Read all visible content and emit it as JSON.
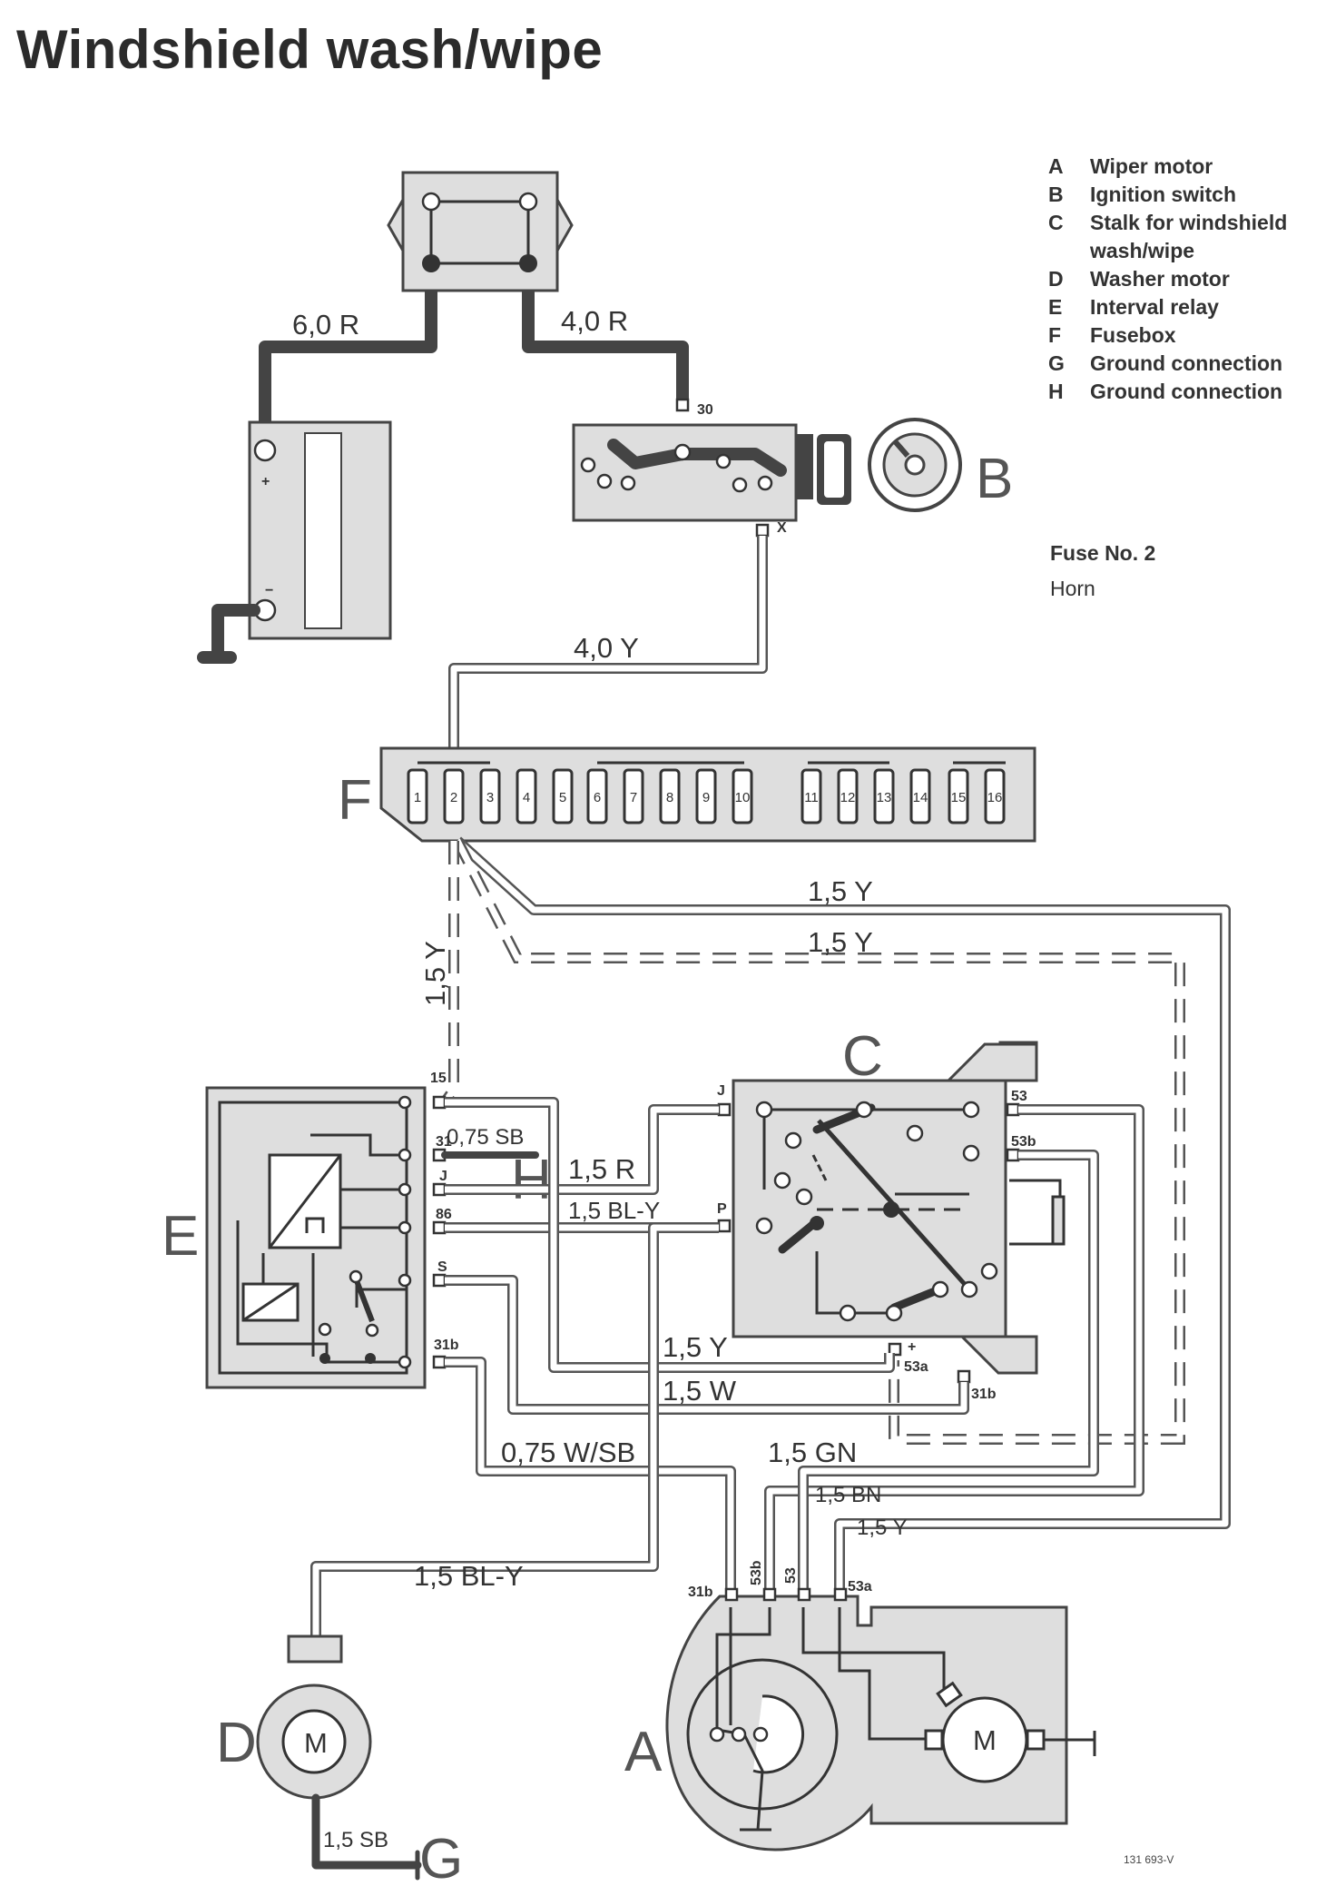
{
  "title": "Windshield wash/wipe",
  "legend": [
    {
      "key": "A",
      "label": "Wiper motor"
    },
    {
      "key": "B",
      "label": "Ignition switch"
    },
    {
      "key": "C",
      "label": "Stalk for windshield wash/wipe"
    },
    {
      "key": "D",
      "label": "Washer motor"
    },
    {
      "key": "E",
      "label": "Interval relay"
    },
    {
      "key": "F",
      "label": "Fusebox"
    },
    {
      "key": "G",
      "label": "Ground connection"
    },
    {
      "key": "H",
      "label": "Ground connection"
    }
  ],
  "fuse_info": {
    "fuse": "Fuse No. 2",
    "circuit": "Horn"
  },
  "component_letters": {
    "A": "A",
    "B": "B",
    "C": "C",
    "D": "D",
    "E": "E",
    "F": "F",
    "G": "G",
    "H": "H"
  },
  "wire_labels": {
    "w60r": "6,0 R",
    "w40r": "4,0 R",
    "w40y": "4,0 Y",
    "w15y_a": "1,5  Y",
    "w15y_b": "1,5  Y",
    "w15y_v": "1,5 Y",
    "w075sb": "0,75 SB",
    "w15r": "1,5 R",
    "w15bly": "1,5 BL-Y",
    "w15y_c": "1,5 Y",
    "w15w": "1,5 W",
    "w075wsb": "0,75 W/SB",
    "w15gn": "1,5 GN",
    "w15bn": "1,5 BN",
    "w15y_d": "1,5 Y",
    "w15bly2": "1,5 BL-Y",
    "w15sb": "1,5 SB"
  },
  "terminal_labels": {
    "t30": "30",
    "tx": "X",
    "e15": "15",
    "e31": "31",
    "ej": "J",
    "e86": "86",
    "es": "S",
    "e31b": "31b",
    "cj": "J",
    "cp": "P",
    "c53": "53",
    "c53b": "53b",
    "c53a": "53a",
    "c31b": "31b",
    "a31b": "31b",
    "a53b": "53b",
    "a53": "53",
    "a53a": "53a",
    "plus": "+",
    "minus": "−",
    "plus_c": "+"
  },
  "fuse_numbers": [
    "1",
    "2",
    "3",
    "4",
    "5",
    "6",
    "7",
    "8",
    "9",
    "10",
    "11",
    "12",
    "13",
    "14",
    "15",
    "16"
  ],
  "motor_symbols": {
    "washer": "M",
    "wiper": "M"
  },
  "figure_ref": "131 693-V"
}
